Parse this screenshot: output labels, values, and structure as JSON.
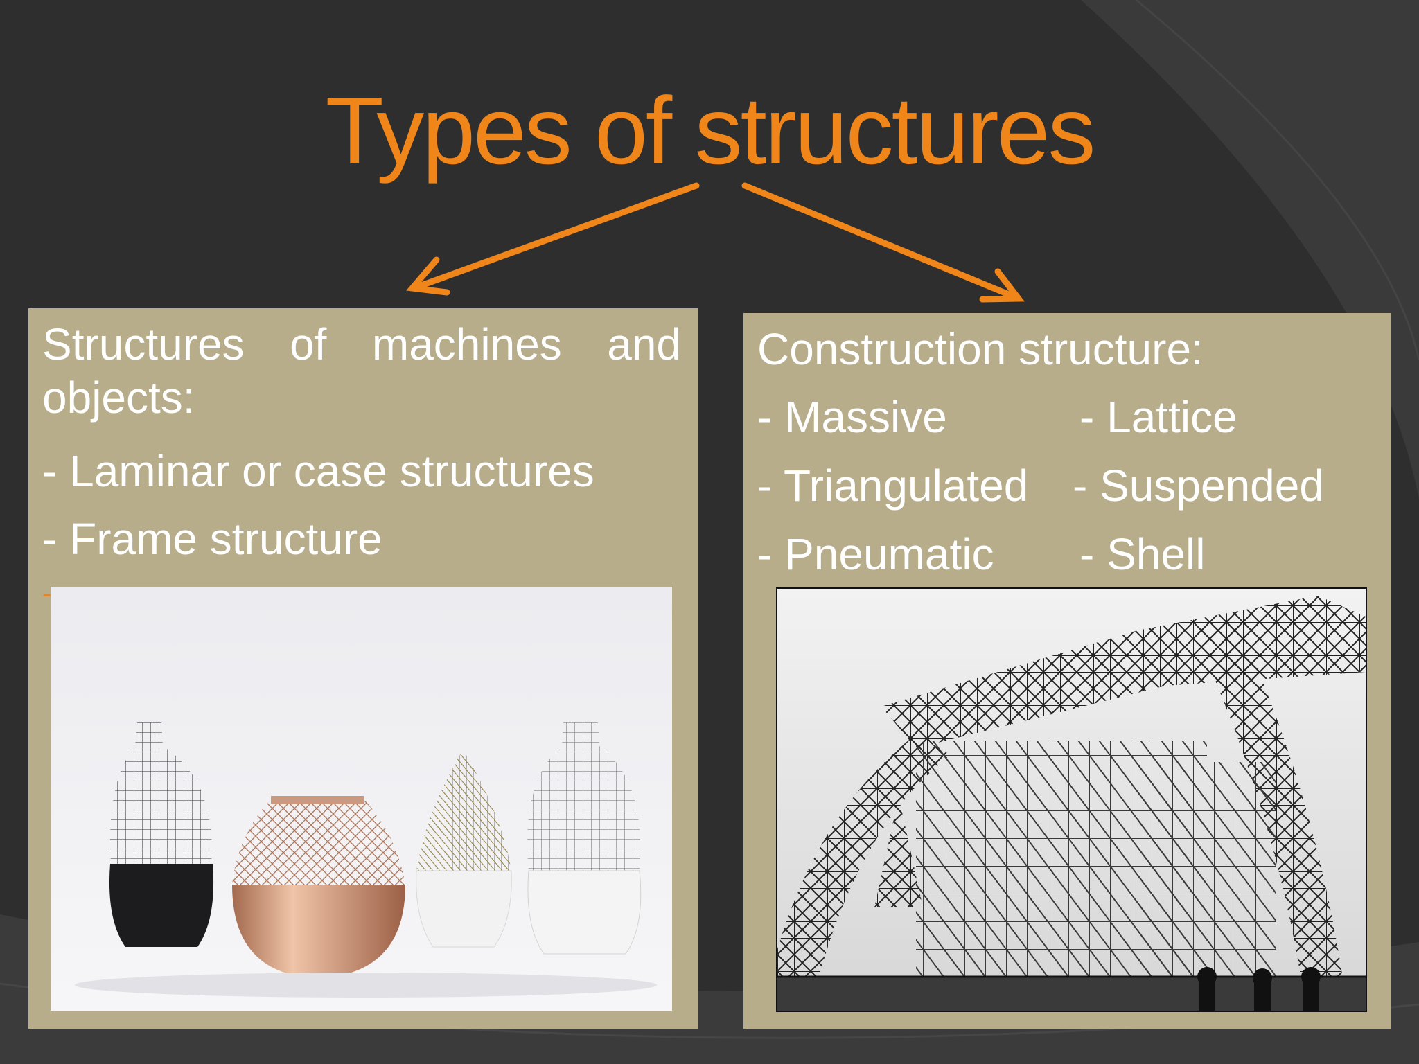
{
  "slide": {
    "title": "Types of structures",
    "colors": {
      "background": "#2e2e2f",
      "accent": "#f0861a",
      "panel": "#b8ad8b"
    }
  },
  "left_panel": {
    "heading_line1": "Structures of machines and",
    "heading_line2": "objects:",
    "items": [
      "- Laminar or case structures",
      "- Frame structure"
    ],
    "stray_mark": "-"
  },
  "right_panel": {
    "heading": "Construction structure:",
    "rows": [
      [
        "- Massive",
        "- Lattice"
      ],
      [
        "- Triangulated",
        "- Suspended"
      ],
      [
        "- Pneumatic",
        "- Shell"
      ]
    ]
  }
}
